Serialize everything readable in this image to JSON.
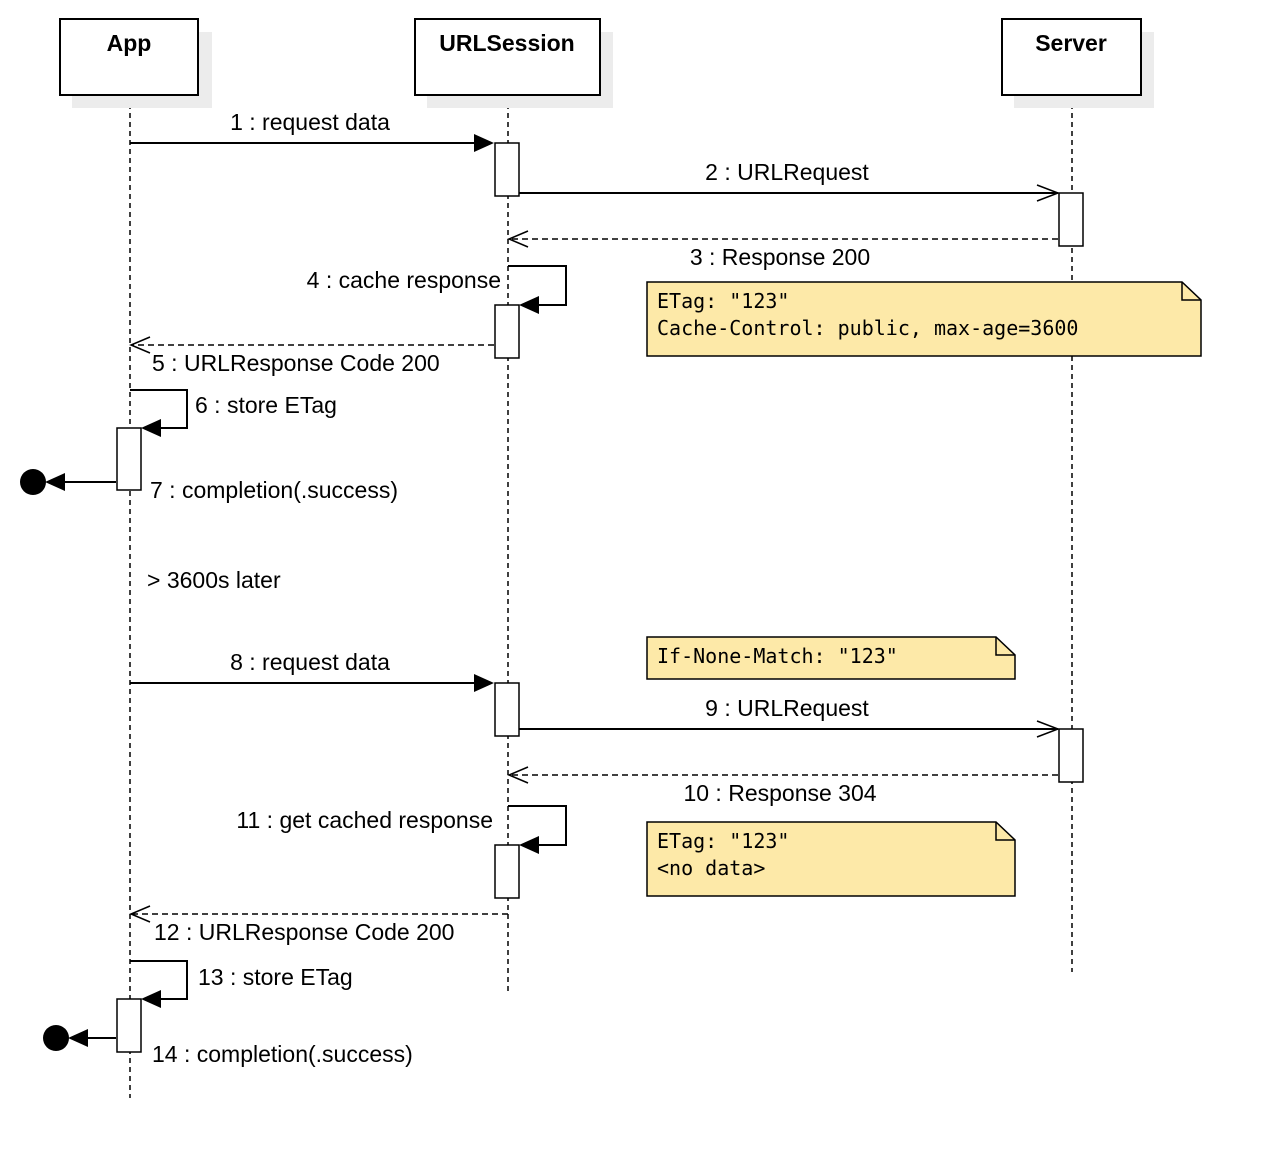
{
  "actors": [
    {
      "label": "App"
    },
    {
      "label": "URLSession"
    },
    {
      "label": "Server"
    }
  ],
  "messages": [
    {
      "label": "1 : request data"
    },
    {
      "label": "2 : URLRequest"
    },
    {
      "label": "3 : Response 200"
    },
    {
      "label": "4 : cache response"
    },
    {
      "label": "5 : URLResponse Code 200"
    },
    {
      "label": "6 : store ETag"
    },
    {
      "label": "7 : completion(.success)"
    },
    {
      "label": "8 : request data"
    },
    {
      "label": "9 : URLRequest"
    },
    {
      "label": "10 : Response 304"
    },
    {
      "label": "11 : get cached response"
    },
    {
      "label": "12 : URLResponse Code 200"
    },
    {
      "label": "13 : store ETag"
    },
    {
      "label": "14 : completion(.success)"
    }
  ],
  "delay_label": "> 3600s later",
  "notes": [
    {
      "lines": [
        "ETag: \"123\"",
        "Cache-Control: public, max-age=3600"
      ]
    },
    {
      "lines": [
        "If-None-Match: \"123\""
      ]
    },
    {
      "lines": [
        "ETag: \"123\"",
        "<no data>"
      ]
    }
  ],
  "colors": {
    "note_fill": "#fde9a8",
    "line": "#000000"
  }
}
